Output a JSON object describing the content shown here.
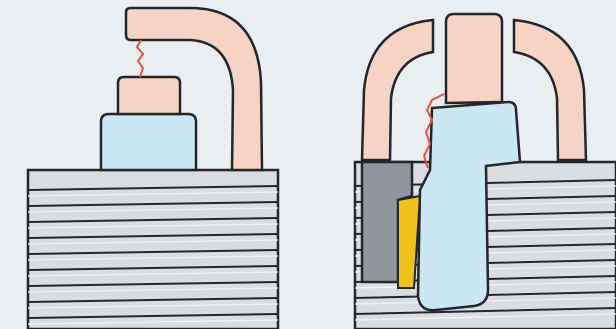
{
  "diagram": {
    "labels": [],
    "colors": {
      "background": "#e9eef0",
      "electrode": "#f6d3c2",
      "insulator": "#cbe8f2",
      "shell": "#d9dde0",
      "shell_cutaway": "#8d969c",
      "outline": "#23262b",
      "spark": "#e2563d",
      "gasket": "#f0c21a"
    },
    "panels": [
      {
        "name": "spark-plug-standard-ground-electrode",
        "components": [
          "ground-electrode",
          "center-electrode",
          "insulator-tip",
          "threaded-shell",
          "spark"
        ]
      },
      {
        "name": "spark-plug-multi-ground-electrode",
        "components": [
          "ground-electrode-left",
          "center-electrode",
          "ground-electrode-right",
          "insulator",
          "threaded-shell",
          "shell-cutaway",
          "gasket",
          "spark"
        ]
      }
    ]
  }
}
